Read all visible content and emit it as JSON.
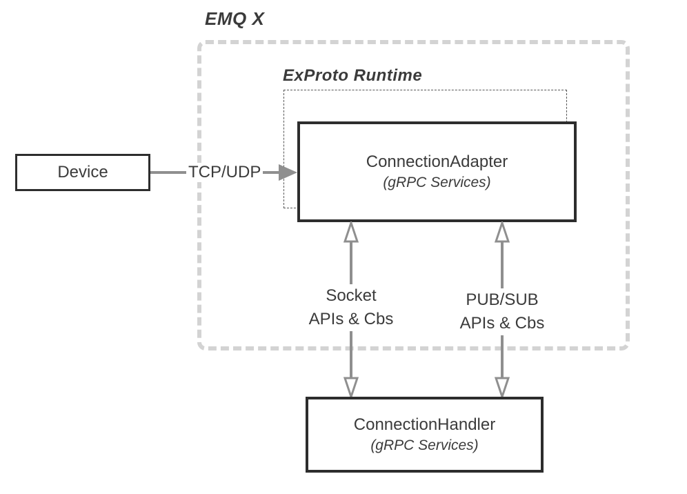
{
  "labels": {
    "emqx": "EMQ X",
    "exproto_runtime": "ExProto Runtime"
  },
  "nodes": {
    "device": {
      "label": "Device"
    },
    "adapter": {
      "title": "ConnectionAdapter",
      "subtitle": "(gRPC Services)"
    },
    "handler": {
      "title": "ConnectionHandler",
      "subtitle": "(gRPC Services)"
    }
  },
  "edges": {
    "tcp_udp": {
      "label": "TCP/UDP"
    },
    "socket": {
      "line1": "Socket",
      "line2": "APIs & Cbs"
    },
    "pubsub": {
      "line1": "PUB/SUB",
      "line2": "APIs & Cbs"
    }
  },
  "colors": {
    "container_dash": "#d3d3d3",
    "inner_dash": "#555555",
    "box_border": "#2d2d2d",
    "arrow": "#8f8f8f",
    "text": "#3b3b3b",
    "bg": "#ffffff"
  }
}
